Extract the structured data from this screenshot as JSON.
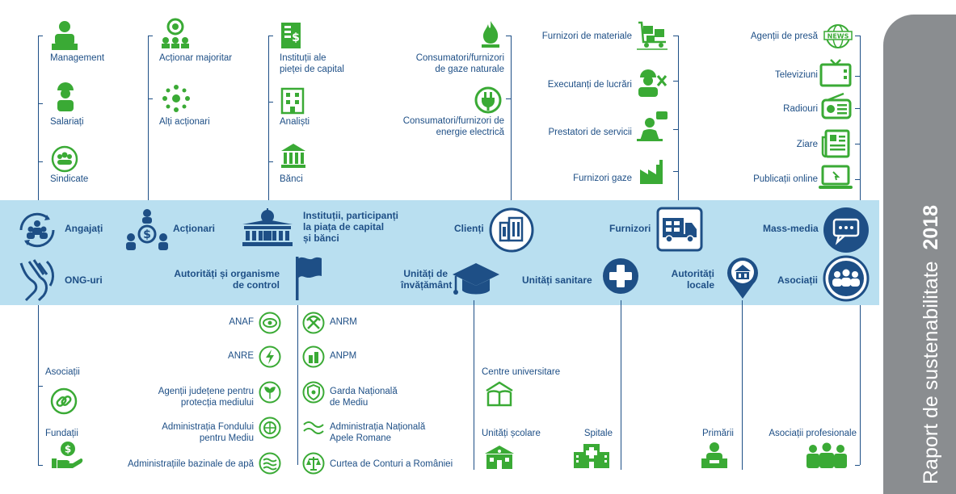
{
  "side_tab": {
    "text": "Raport de sustenabilitate",
    "year": "2018"
  },
  "categories": {
    "angajati": "Angajați",
    "actionari": "Acționari",
    "institutii_line1": "Instituții, participanți",
    "institutii_line2": "la piața de capital",
    "institutii_line3": "și bănci",
    "clienti": "Clienți",
    "furnizori": "Furnizori",
    "mass_media": "Mass-media",
    "ong": "ONG-uri",
    "autoritati_line1": "Autorități și organisme",
    "autoritati_line2": "de control",
    "unitati_invatamant_line1": "Unități de",
    "unitati_invatamant_line2": "învățământ",
    "unitati_sanitare": "Unități sanitare",
    "autoritati_locale_line1": "Autorități",
    "autoritati_locale_line2": "locale",
    "asociatii": "Asociații"
  },
  "angajati_items": [
    "Management",
    "Salariați",
    "Sindicate"
  ],
  "actionari_items": [
    "Acționar majoritar",
    "Alți acționari"
  ],
  "institutii_items": [
    "Instituții ale",
    "pieței de capital",
    "Analiști",
    "Bănci"
  ],
  "clienti_items": [
    "Consumatori/furnizori",
    "de gaze naturale",
    "Consumatori/furnizori de",
    "energie electrică"
  ],
  "furnizori_items": [
    "Furnizori de materiale",
    "Executanți de lucrări",
    "Prestatori de servicii",
    "Furnizori gaze"
  ],
  "media_items": [
    "Agenții de presă",
    "Televiziuni",
    "Radiouri",
    "Ziare",
    "Publicații online"
  ],
  "news_badge": "NEWS",
  "ong_items": [
    "Asociații",
    "Fundații"
  ],
  "autoritati_left": [
    "ANAF",
    "ANRE",
    "Agenții județene pentru",
    "protecția mediului",
    "Administrația Fondului",
    "pentru Mediu",
    "Administrațiile bazinale de apă"
  ],
  "autoritati_right": [
    "ANRM",
    "ANPM",
    "Garda Națională",
    "de Mediu",
    "Administrația Națională",
    "Apele Romane",
    "Curtea de Conturi a României"
  ],
  "invatamant_items": [
    "Centre universitare",
    "Unități școlare"
  ],
  "sanitare_items": [
    "Spitale"
  ],
  "locale_items": [
    "Primării"
  ],
  "asociatii_items": [
    "Asociații profesionale"
  ],
  "colors": {
    "navy": "#1e4f86",
    "green": "#3aaa35",
    "band": "#b9dff0",
    "tab": "#8a8d90"
  }
}
